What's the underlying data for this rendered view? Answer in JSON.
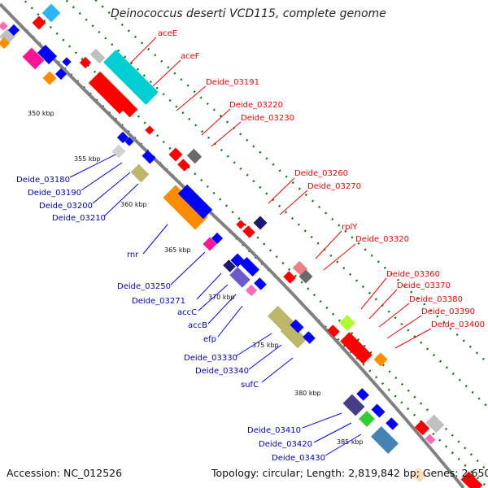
{
  "header": {
    "title": "Deinococcus deserti VCD115, complete genome"
  },
  "footer": {
    "accession": "Accession: NC_012526",
    "summary": "Topology: circular; Length: 2,819,842 bp; Genes: 2,650"
  },
  "ticks": [
    "350 kbp",
    "355 kbp",
    "360 kbp",
    "365 kbp",
    "370 kbp",
    "375 kbp",
    "380 kbp",
    "385 kbp"
  ],
  "labels_forward": [
    "aceE",
    "aceF",
    "Deide_03191",
    "Deide_03220",
    "Deide_03230",
    "Deide_03260",
    "Deide_03270",
    "rplY",
    "Deide_03320",
    "Deide_03360",
    "Deide_03370",
    "Deide_03380",
    "Deide_03390",
    "Deide_03400"
  ],
  "labels_reverse": [
    "Deide_03180",
    "Deide_03190",
    "Deide_03200",
    "Deide_03210",
    "rnr",
    "Deide_03250",
    "Deide_03271",
    "accC",
    "accB",
    "efp",
    "Deide_03330",
    "Deide_03340",
    "sufC",
    "Deide_03410",
    "Deide_03420",
    "Deide_03430"
  ],
  "colors": {
    "forward": "#ff0000",
    "reverse": "#0000ff",
    "backbone": "#808080",
    "gc_dots": "#008000"
  }
}
